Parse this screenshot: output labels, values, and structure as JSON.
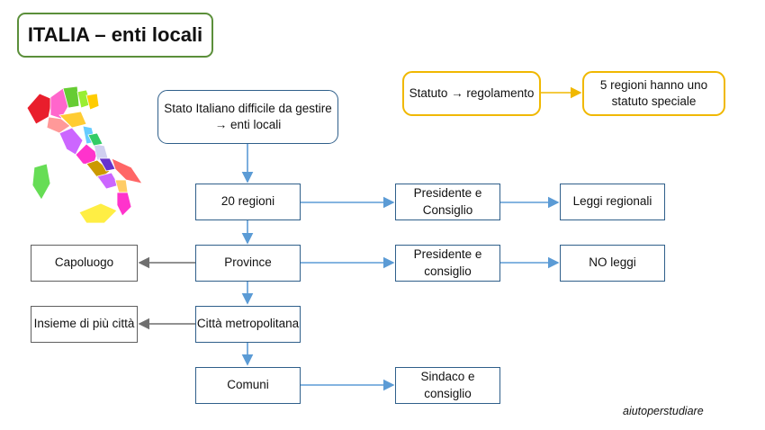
{
  "title": "ITALIA – enti locali",
  "nodes": {
    "stato": "Stato Italiano difficile da gestire → enti locali",
    "statuto": "Statuto → regolamento",
    "cinque_regioni": "5 regioni hanno uno statuto speciale",
    "regioni": "20 regioni",
    "presidente_consiglio_1": "Presidente e Consiglio",
    "leggi_regionali": "Leggi regionali",
    "capoluogo": "Capoluogo",
    "province": "Province",
    "presidente_consiglio_2": "Presidente e consiglio",
    "no_leggi": "NO leggi",
    "insieme_citta": "Insieme di più città",
    "citta_metropolitana": "Città metropolitana",
    "comuni": "Comuni",
    "sindaco_consiglio": "Sindaco e consiglio"
  },
  "watermark": "aiutoperstudiare",
  "colors": {
    "title_border": "#5b8f3a",
    "blue_border": "#2f5f8a",
    "arrow_blue": "#5b9bd5",
    "gray_border": "#5f5f5f",
    "yellow_border": "#f0b800"
  },
  "map_icon": "italy-regions-map-icon"
}
